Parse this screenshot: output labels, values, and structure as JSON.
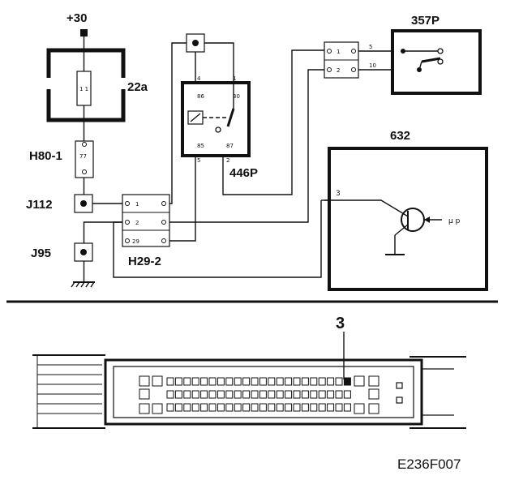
{
  "labels": {
    "supply": "+30",
    "fuse_id": "22a",
    "fuse_value": "1 1",
    "connector_h80": "H80-1",
    "h80_pin": "77",
    "splice_j112": "J112",
    "ground_j95": "J95",
    "connector_h29": "H29-2",
    "h29_pins": [
      "1",
      "2",
      "29"
    ],
    "relay_id": "446P",
    "relay_pins": {
      "p86": "86",
      "p30": "30",
      "p85": "85",
      "p87": "87",
      "t4": "4",
      "t1": "1",
      "t5": "5",
      "t2": "2"
    },
    "switch_id": "357P",
    "switch_conn_pins": [
      "1",
      "2"
    ],
    "switch_wire_pins": [
      "5",
      "10"
    ],
    "ecu_id": "632",
    "ecu_pin": "3",
    "ecu_mu": "μ p",
    "callout": "3",
    "figure_code": "E236F007"
  },
  "colors": {
    "line": "#111111",
    "background": "#ffffff"
  }
}
